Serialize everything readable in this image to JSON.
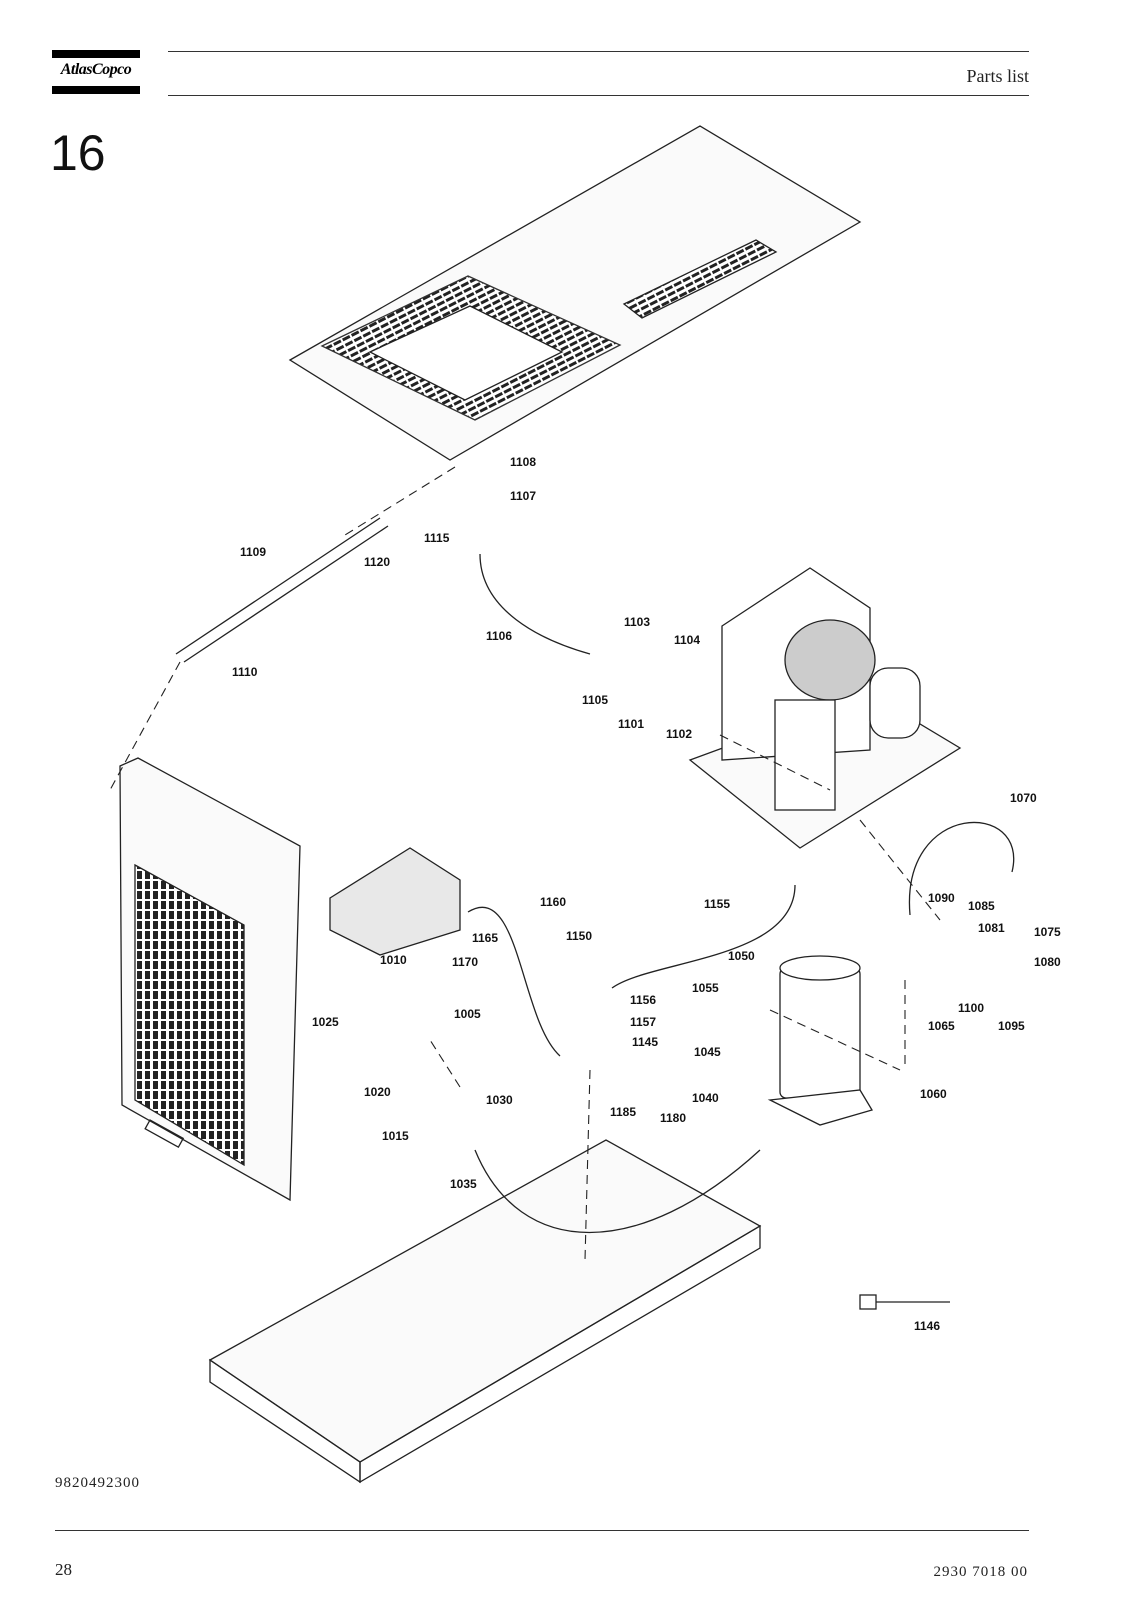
{
  "header": {
    "brand": "AtlasCopco",
    "title": "Parts list"
  },
  "section": {
    "number": "16"
  },
  "labels": {
    "l1005": "1005",
    "l1010": "1010",
    "l1015": "1015",
    "l1020": "1020",
    "l1025": "1025",
    "l1030": "1030",
    "l1035": "1035",
    "l1040": "1040",
    "l1045": "1045",
    "l1050": "1050",
    "l1055": "1055",
    "l1060": "1060",
    "l1065": "1065",
    "l1070": "1070",
    "l1075": "1075",
    "l1080": "1080",
    "l1081": "1081",
    "l1085": "1085",
    "l1090": "1090",
    "l1095": "1095",
    "l1100": "1100",
    "l1101": "1101",
    "l1102": "1102",
    "l1103": "1103",
    "l1104": "1104",
    "l1105": "1105",
    "l1106": "1106",
    "l1107": "1107",
    "l1108": "1108",
    "l1109": "1109",
    "l1110": "1110",
    "l1115": "1115",
    "l1120": "1120",
    "l1145": "1145",
    "l1146": "1146",
    "l1150": "1150",
    "l1155": "1155",
    "l1156": "1156",
    "l1157": "1157",
    "l1160": "1160",
    "l1165": "1165",
    "l1170": "1170",
    "l1180": "1180",
    "l1185": "1185"
  },
  "footer": {
    "doc_number": "9820492300",
    "page": "28",
    "doc_code": "2930  7018  00"
  }
}
